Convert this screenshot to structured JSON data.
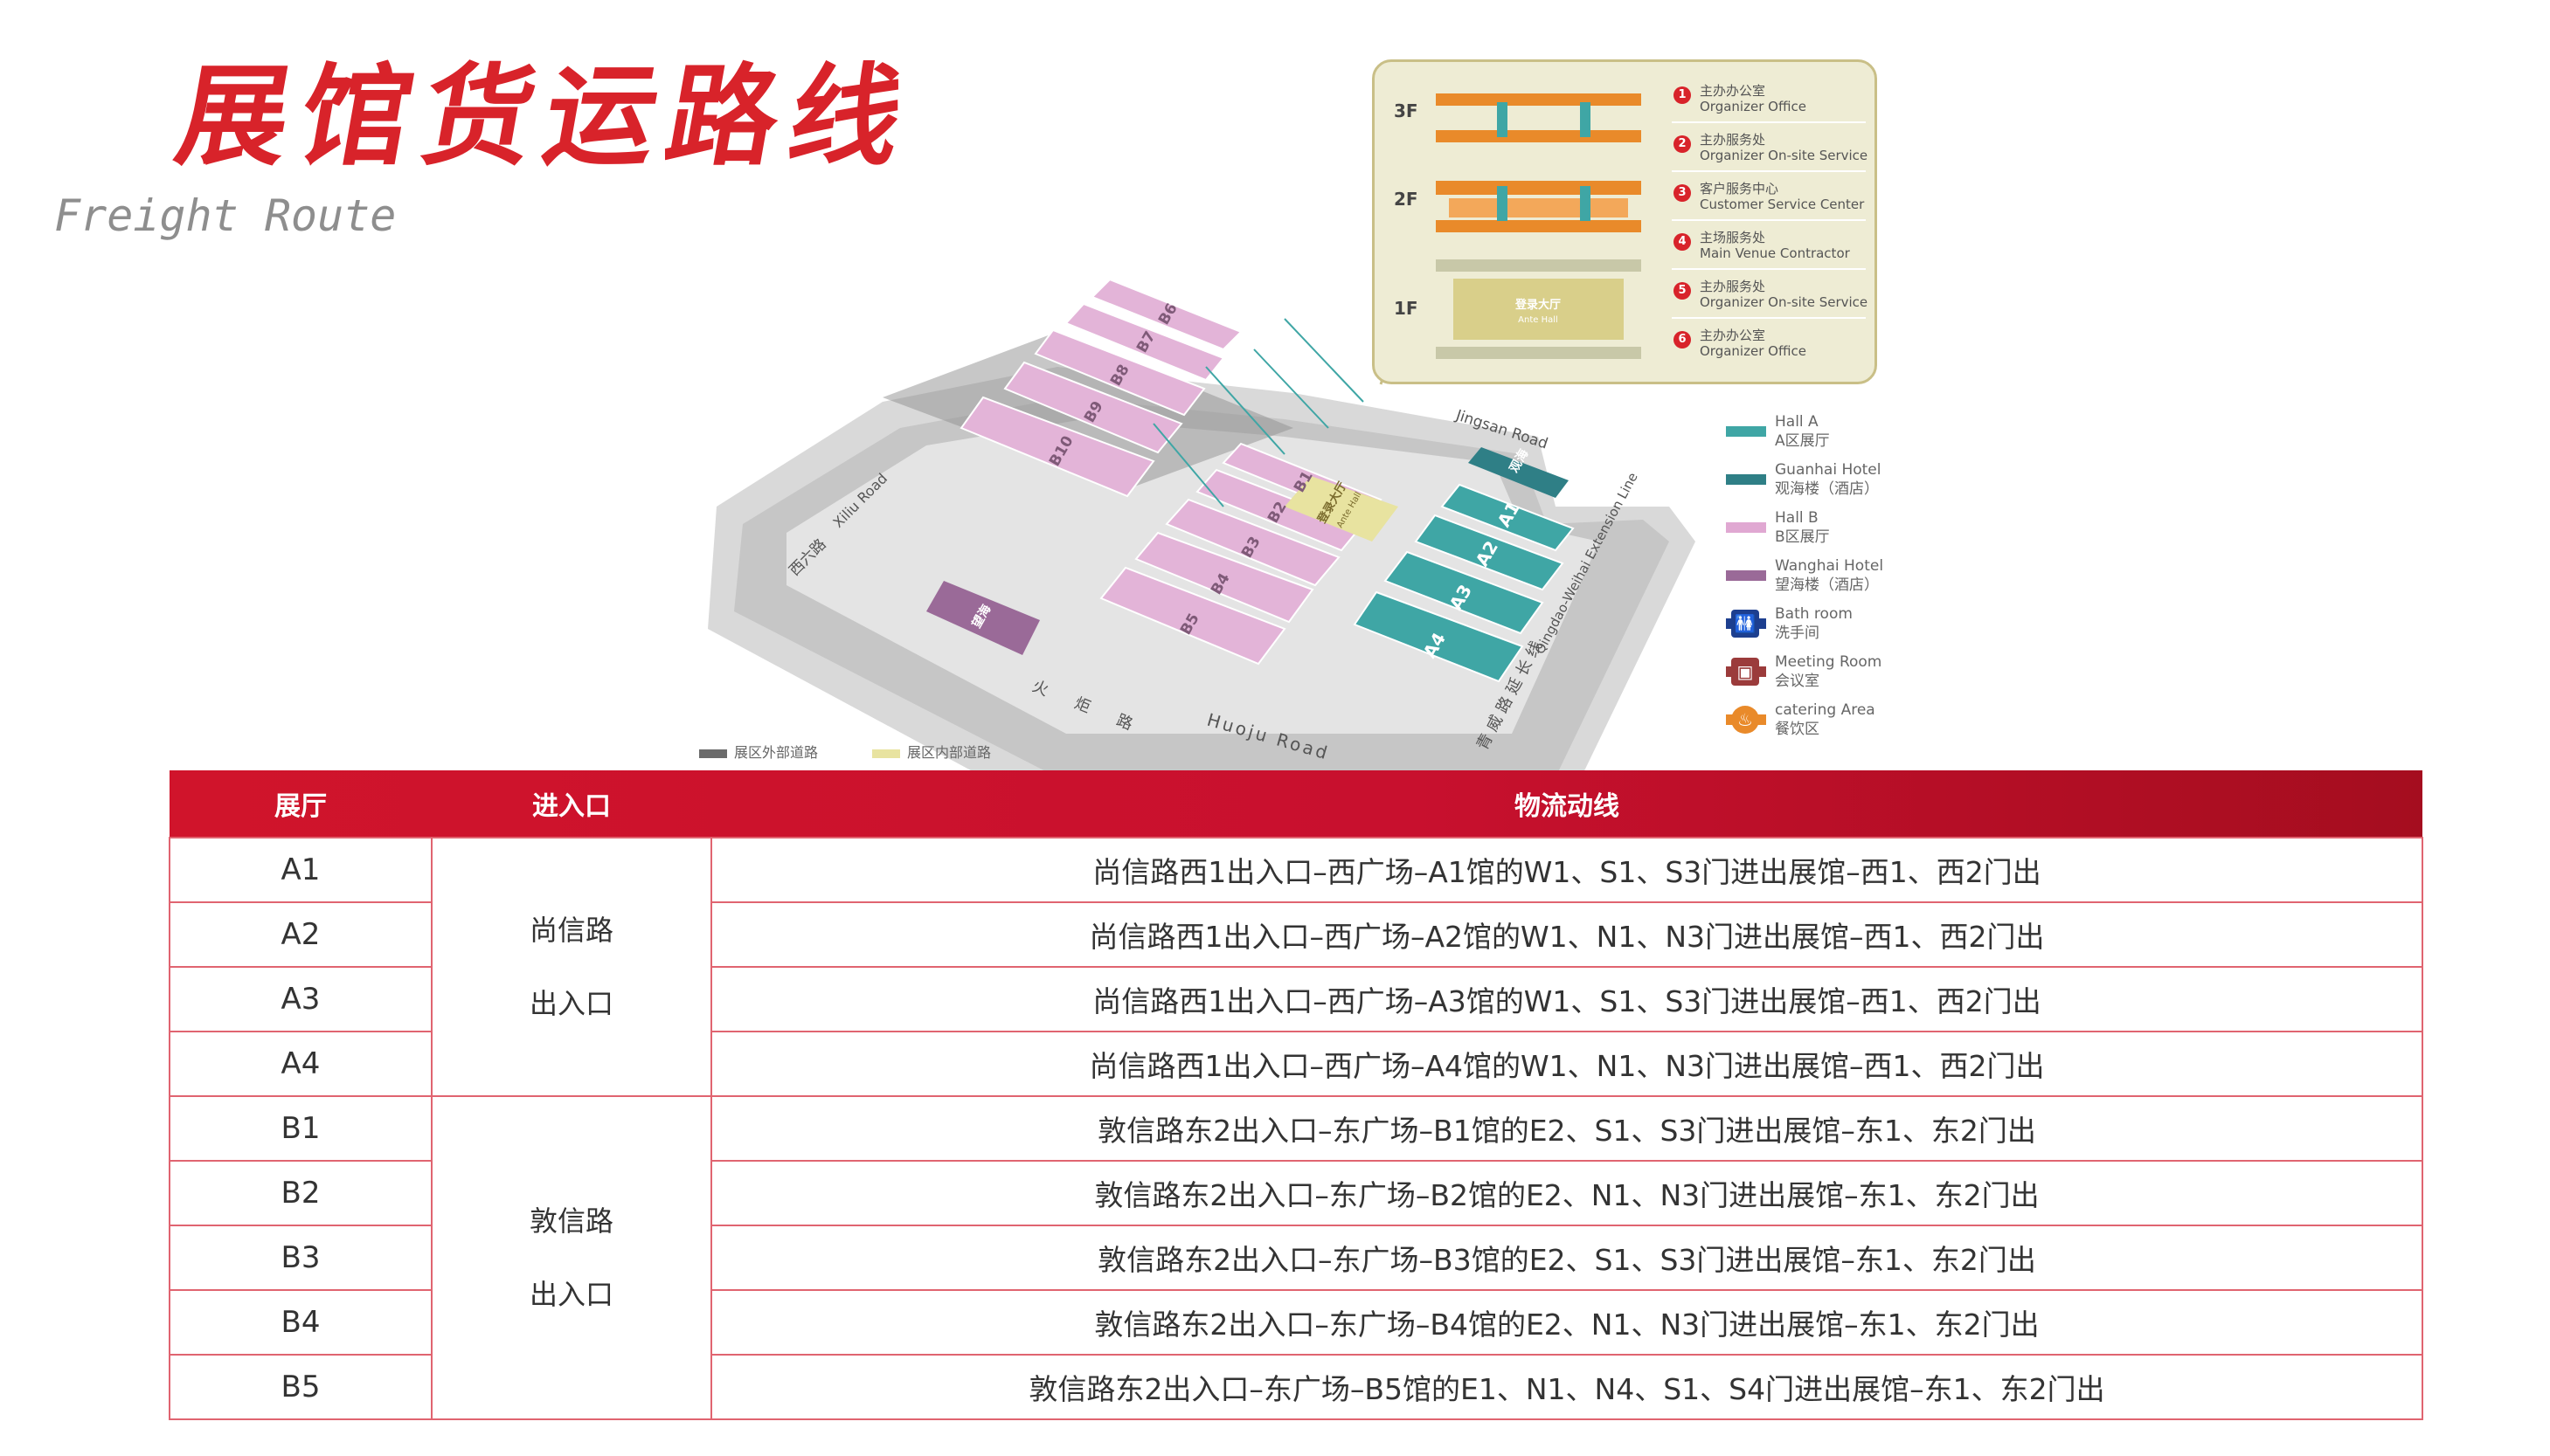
{
  "title": {
    "cn": "展馆货运路线",
    "en": "Freight Route"
  },
  "floors": {
    "labels": [
      "3F",
      "2F",
      "1F"
    ],
    "ante_hall": {
      "cn": "登录大厅",
      "en": "Ante Hall"
    },
    "legend": [
      {
        "num": "1",
        "cn": "主办办公室",
        "en": "Organizer Office"
      },
      {
        "num": "2",
        "cn": "主办服务处",
        "en": "Organizer On-site Service"
      },
      {
        "num": "3",
        "cn": "客户服务中心",
        "en": "Customer Service Center"
      },
      {
        "num": "4",
        "cn": "主场服务处",
        "en": "Main Venue Contractor"
      },
      {
        "num": "5",
        "cn": "主办服务处",
        "en": "Organizer On-site Service"
      },
      {
        "num": "6",
        "cn": "主办办公室",
        "en": "Organizer Office"
      }
    ]
  },
  "map": {
    "roads": {
      "jingsan": "Jingsan Road",
      "xiliu_cn": "西六路",
      "xiliu_en": "Xiliu Road",
      "huoju_cn": "火炬路",
      "huoju_en": "Huoju Road",
      "extension_cn": "青威路延长线",
      "extension_en": "Qingdao-Weihai Extension Line"
    },
    "halls": [
      "B6",
      "B7",
      "B8",
      "B9",
      "B10",
      "B1",
      "B2",
      "B3",
      "B4",
      "B5",
      "A1",
      "A2",
      "A3",
      "A4"
    ],
    "guanhai": "观海",
    "wanghai": "望海",
    "ante_hall": {
      "cn": "登录大厅",
      "en": "Ante Hall"
    }
  },
  "zones": [
    {
      "en": "Hall A",
      "cn": "A区展厅",
      "color": "#3fa6a5",
      "icon": ""
    },
    {
      "en": "Guanhai Hotel",
      "cn": "观海楼（酒店）",
      "color": "#2f7f86",
      "icon": ""
    },
    {
      "en": "Hall B",
      "cn": "B区展厅",
      "color": "#e0a8d2",
      "icon": ""
    },
    {
      "en": "Wanghai Hotel",
      "cn": "望海楼（酒店）",
      "color": "#9a6a98",
      "icon": ""
    },
    {
      "en": "Bath room",
      "cn": "洗手间",
      "color": "#1d3f8f",
      "icon": "restroom-icon"
    },
    {
      "en": "Meeting Room",
      "cn": "会议室",
      "color": "#9b3b3b",
      "icon": "meeting-icon"
    },
    {
      "en": "catering Area",
      "cn": "餐饮区",
      "color": "#e98a2a",
      "icon": "catering-icon"
    }
  ],
  "road_legend": [
    {
      "label": "展区外部道路",
      "color": "#6b6b6b"
    },
    {
      "label": "展区内部道路",
      "color": "#e8e3a0"
    }
  ],
  "table": {
    "headers": [
      "展厅",
      "进入口",
      "物流动线"
    ],
    "entries": [
      {
        "line1": "尚信路",
        "line2": "出入口"
      },
      {
        "line1": "敦信路",
        "line2": "出入口"
      }
    ],
    "rows": [
      {
        "hall": "A1",
        "route": "尚信路西1出入口–西广场–A1馆的W1、S1、S3门进出展馆–西1、西2门出"
      },
      {
        "hall": "A2",
        "route": "尚信路西1出入口–西广场–A2馆的W1、N1、N3门进出展馆–西1、西2门出"
      },
      {
        "hall": "A3",
        "route": "尚信路西1出入口–西广场–A3馆的W1、S1、S3门进出展馆–西1、西2门出"
      },
      {
        "hall": "A4",
        "route": "尚信路西1出入口–西广场–A4馆的W1、N1、N3门进出展馆–西1、西2门出"
      },
      {
        "hall": "B1",
        "route": "敦信路东2出入口–东广场–B1馆的E2、S1、S3门进出展馆–东1、东2门出"
      },
      {
        "hall": "B2",
        "route": "敦信路东2出入口–东广场–B2馆的E2、N1、N3门进出展馆–东1、东2门出"
      },
      {
        "hall": "B3",
        "route": "敦信路东2出入口–东广场–B3馆的E2、S1、S3门进出展馆–东1、东2门出"
      },
      {
        "hall": "B4",
        "route": "敦信路东2出入口–东广场–B4馆的E2、N1、N3门进出展馆–东1、东2门出"
      },
      {
        "hall": "B5",
        "route": "敦信路东2出入口–东广场–B5馆的E1、N1、N4、S1、S4门进出展馆–东1、东2门出"
      }
    ]
  }
}
